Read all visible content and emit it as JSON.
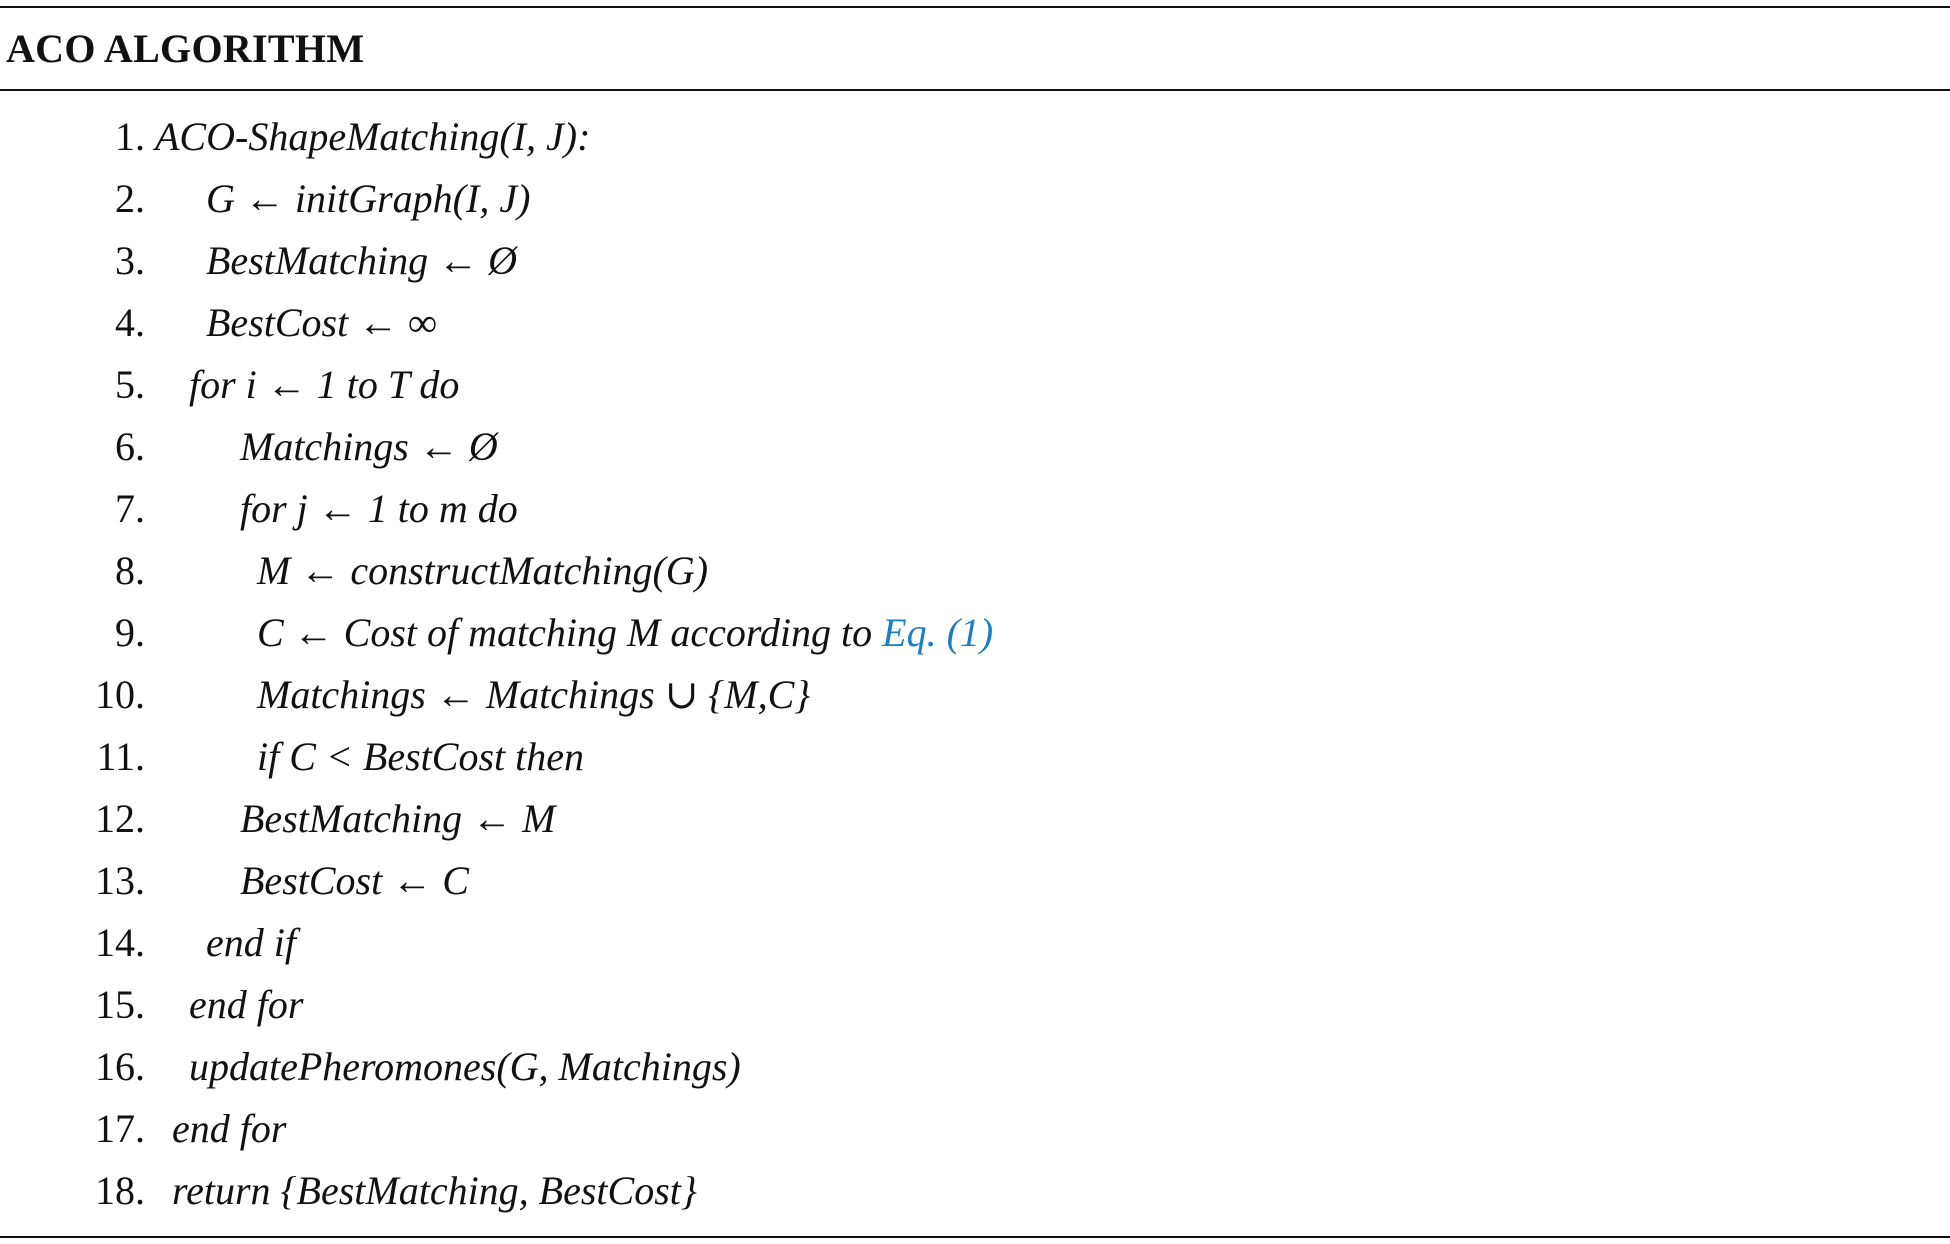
{
  "algorithm": {
    "title": "ACO ALGORITHM",
    "lines": [
      {
        "num": "1.",
        "indent": 0,
        "text": "ACO-ShapeMatching(I, J):"
      },
      {
        "num": "2.",
        "indent": 3,
        "text": "G ← initGraph(I, J)"
      },
      {
        "num": "3.",
        "indent": 3,
        "text": "BestMatching ← Ø"
      },
      {
        "num": "4.",
        "indent": 3,
        "text": "BestCost ← ∞"
      },
      {
        "num": "5.",
        "indent": 2,
        "text": "for i ← 1 to T do"
      },
      {
        "num": "6.",
        "indent": 5,
        "text": "Matchings ← Ø"
      },
      {
        "num": "7.",
        "indent": 5,
        "text": "for j ← 1 to m do"
      },
      {
        "num": "8.",
        "indent": 6,
        "text": "M ← constructMatching(G)"
      },
      {
        "num": "9.",
        "indent": 6,
        "text": "C ← Cost of matching M according to ",
        "link": "Eq. (1)"
      },
      {
        "num": "10.",
        "indent": 6,
        "text": "Matchings ← Matchings ∪ {M,C}"
      },
      {
        "num": "11.",
        "indent": 6,
        "text": "if C < BestCost then"
      },
      {
        "num": "12.",
        "indent": 5,
        "text": "BestMatching ← M"
      },
      {
        "num": "13.",
        "indent": 5,
        "text": "BestCost ← C"
      },
      {
        "num": "14.",
        "indent": 3,
        "text": "end if"
      },
      {
        "num": "15.",
        "indent": 2,
        "text": "end for"
      },
      {
        "num": "16.",
        "indent": 2,
        "text": "updatePheromones(G, Matchings)"
      },
      {
        "num": "17.",
        "indent": 1,
        "text": "end for"
      },
      {
        "num": "18.",
        "indent": 1,
        "text": "return {BestMatching, BestCost}"
      }
    ]
  },
  "colors": {
    "link": "#1a7fc4",
    "text": "#111111"
  }
}
